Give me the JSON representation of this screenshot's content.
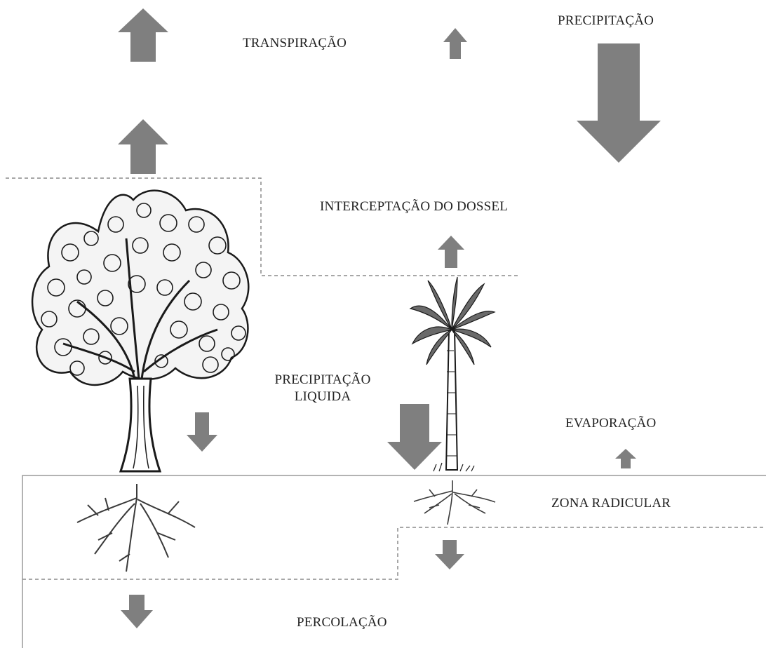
{
  "colors": {
    "arrow": "#7f7f7f",
    "boundary_line": "#8a8a8a",
    "soil_line": "#9a9a9a",
    "text": "#222222",
    "ink": "#1a1a1a"
  },
  "icons": {
    "broadleaf_tree": "broadleaf-tree-icon",
    "palm_tree": "palm-tree-icon",
    "tree_roots": "tree-roots-icon",
    "palm_roots": "palm-roots-icon"
  },
  "labels": {
    "transpiracao": "TRANSPIRAÇÃO",
    "precipitacao": "PRECIPITAÇÃO",
    "interceptacao": "INTERCEPTAÇÃO DO DOSSEL",
    "precipitacao_liquida_line1": "PRECIPITAÇÃO",
    "precipitacao_liquida_line2": "LIQUIDA",
    "evaporacao": "EVAPORAÇÃO",
    "zona_radicular": "ZONA RADICULAR",
    "percolacao": "PERCOLAÇÃO"
  }
}
